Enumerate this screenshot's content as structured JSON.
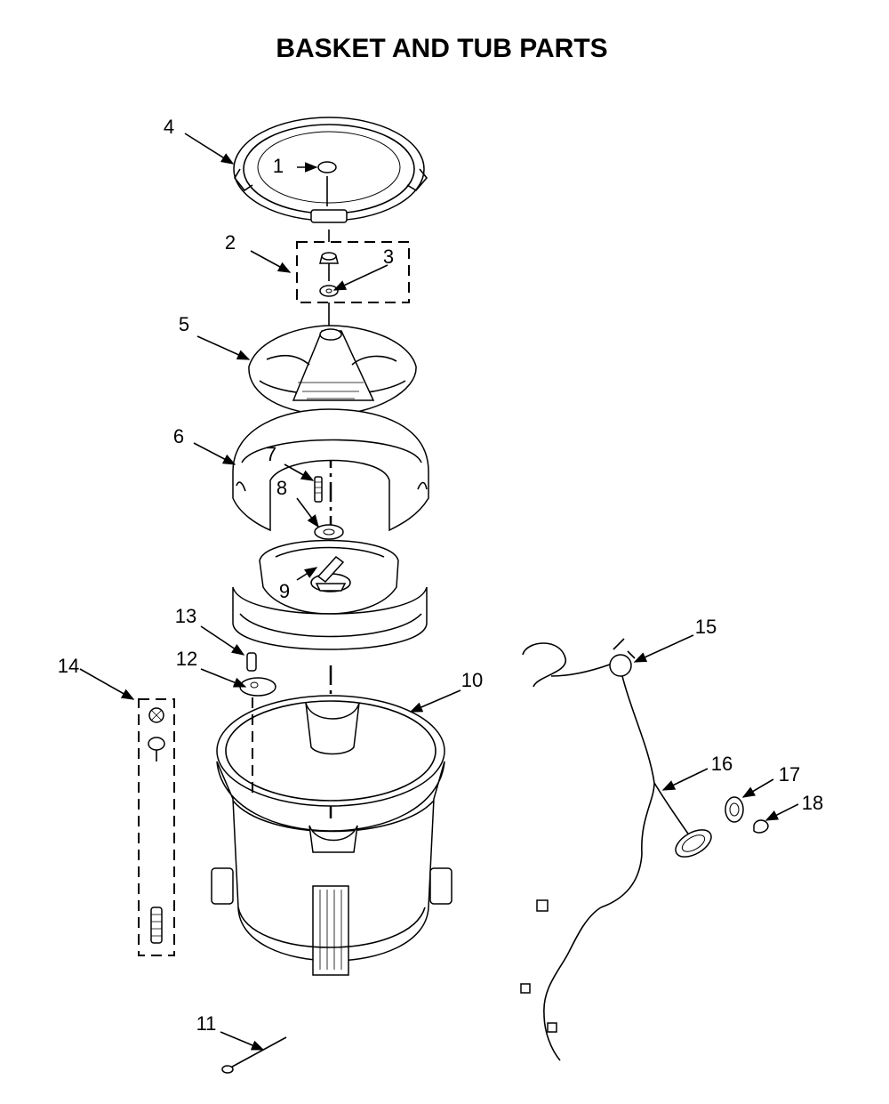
{
  "title": "BASKET AND TUB PARTS",
  "callouts": [
    "1",
    "2",
    "3",
    "4",
    "5",
    "6",
    "7",
    "8",
    "9",
    "10",
    "11",
    "12",
    "13",
    "14",
    "15",
    "16",
    "17",
    "18"
  ]
}
